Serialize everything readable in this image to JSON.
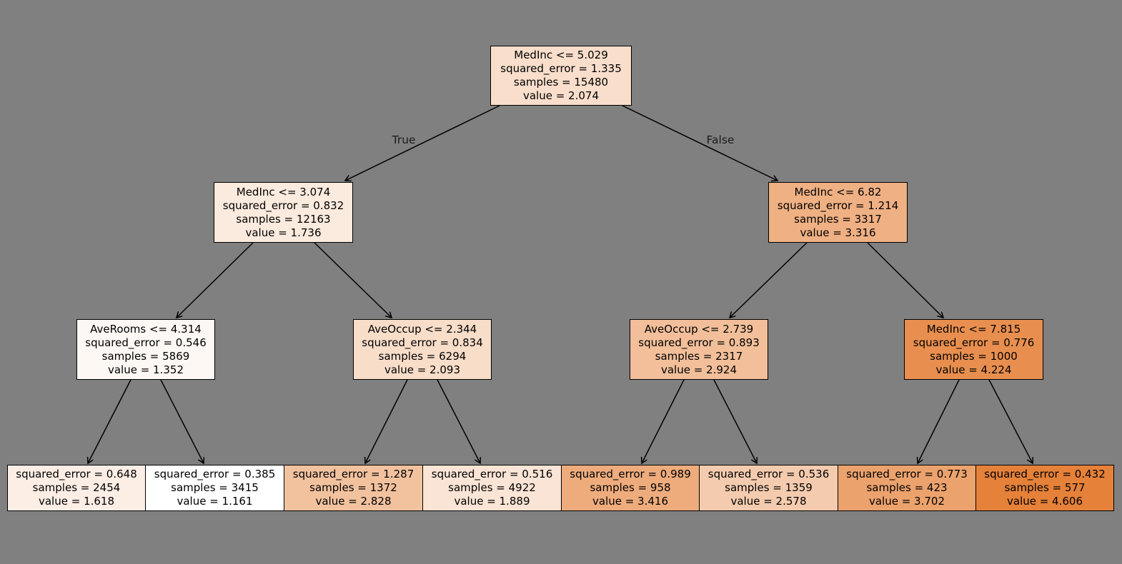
{
  "figure": {
    "background_color": "#808080",
    "node_border_color": "#000000",
    "arrow_color": "#000000",
    "text_color": "#000000"
  },
  "branch_labels": {
    "true": "True",
    "false": "False"
  },
  "tree": {
    "type": "decision-tree-regressor",
    "min_value": 1.161,
    "max_value": 4.606,
    "base_leaf_color": "#e58139"
  },
  "nodes": [
    {
      "id": "root",
      "depth": 0,
      "fill": "#f8decb",
      "lines": [
        "MedInc <= 5.029",
        "squared_error = 1.335",
        "samples = 15480",
        "value = 2.074"
      ]
    },
    {
      "id": "depth1-left",
      "depth": 1,
      "fill": "#fbeade",
      "lines": [
        "MedInc <= 3.074",
        "squared_error = 0.832",
        "samples = 12163",
        "value = 1.736"
      ]
    },
    {
      "id": "depth1-right",
      "depth": 1,
      "fill": "#efb083",
      "lines": [
        "MedInc <= 6.82",
        "squared_error = 1.214",
        "samples = 3317",
        "value = 3.316"
      ]
    },
    {
      "id": "depth2-1",
      "depth": 2,
      "fill": "#fef8f4",
      "lines": [
        "AveRooms <= 4.314",
        "squared_error = 0.546",
        "samples = 5869",
        "value = 1.352"
      ]
    },
    {
      "id": "depth2-2",
      "depth": 2,
      "fill": "#f8ddc9",
      "lines": [
        "AveOccup <= 2.344",
        "squared_error = 0.834",
        "samples = 6294",
        "value = 2.093"
      ]
    },
    {
      "id": "depth2-3",
      "depth": 2,
      "fill": "#f2bf9a",
      "lines": [
        "AveOccup <= 2.739",
        "squared_error = 0.893",
        "samples = 2317",
        "value = 2.924"
      ]
    },
    {
      "id": "depth2-4",
      "depth": 2,
      "fill": "#e88f4f",
      "lines": [
        "MedInc <= 7.815",
        "squared_error = 0.776",
        "samples = 1000",
        "value = 4.224"
      ]
    },
    {
      "id": "leaf-1",
      "depth": 3,
      "fill": "#fceee5",
      "lines": [
        "squared_error = 0.648",
        "samples = 2454",
        "value = 1.618"
      ]
    },
    {
      "id": "leaf-2",
      "depth": 3,
      "fill": "#ffffff",
      "lines": [
        "squared_error = 0.385",
        "samples = 3415",
        "value = 1.161"
      ]
    },
    {
      "id": "leaf-3",
      "depth": 3,
      "fill": "#f2c29f",
      "lines": [
        "squared_error = 1.287",
        "samples = 1372",
        "value = 2.828"
      ]
    },
    {
      "id": "leaf-4",
      "depth": 3,
      "fill": "#f9e4d5",
      "lines": [
        "squared_error = 0.516",
        "samples = 4922",
        "value = 1.889"
      ]
    },
    {
      "id": "leaf-5",
      "depth": 3,
      "fill": "#eeac7d",
      "lines": [
        "squared_error = 0.989",
        "samples = 958",
        "value = 3.416"
      ]
    },
    {
      "id": "leaf-6",
      "depth": 3,
      "fill": "#f4cbae",
      "lines": [
        "squared_error = 0.536",
        "samples = 1359",
        "value = 2.578"
      ]
    },
    {
      "id": "leaf-7",
      "depth": 3,
      "fill": "#eca26d",
      "lines": [
        "squared_error = 0.773",
        "samples = 423",
        "value = 3.702"
      ]
    },
    {
      "id": "leaf-8",
      "depth": 3,
      "fill": "#e58139",
      "lines": [
        "squared_error = 0.432",
        "samples = 577",
        "value = 4.606"
      ]
    }
  ]
}
